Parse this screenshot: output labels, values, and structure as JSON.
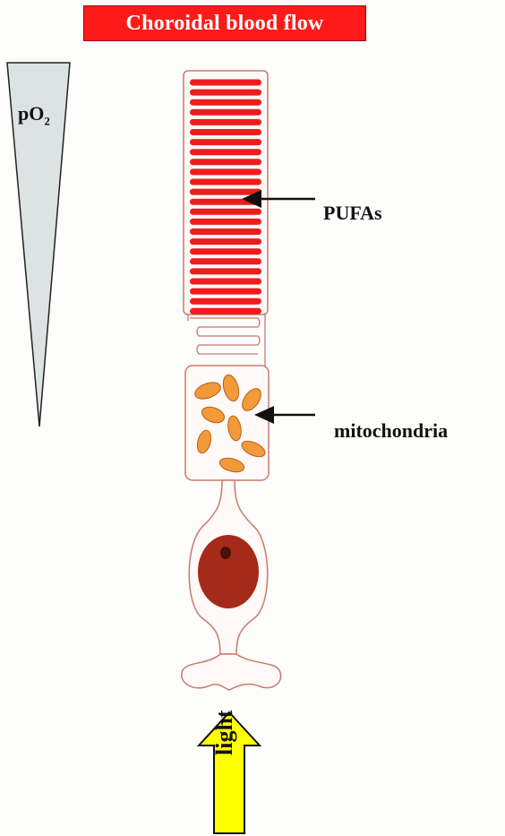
{
  "title": "Choroidal blood flow",
  "gradient_label": {
    "main": "pO",
    "sub": "2"
  },
  "labels": {
    "pufas": "PUFAs",
    "mitochondria": "mitochondria",
    "light": "light"
  },
  "colors": {
    "banner": "#ff1a1a",
    "disc": "#ee1c1c",
    "outline": "#c97a6e",
    "mitochondria": "#f29a3a",
    "nucleus": "#a52a1a",
    "arrow_light": "#ffff00",
    "gradient_fill": "#dde3e2"
  }
}
